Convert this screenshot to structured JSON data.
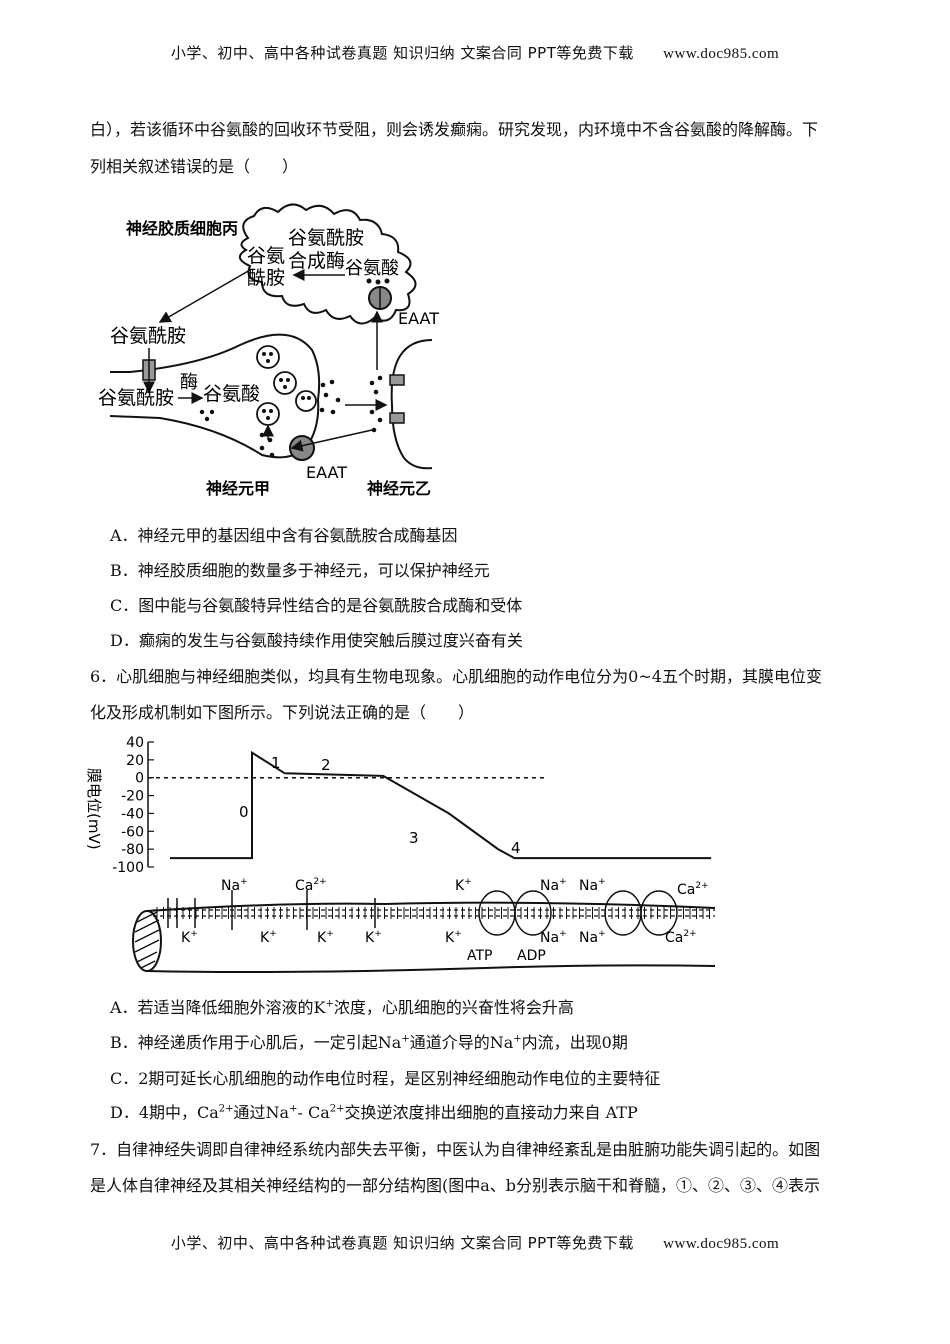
{
  "header": {
    "left": "小学、初中、高中各种试卷真题 知识归纳 文案合同 PPT等免费下载",
    "url": "www.doc985.com"
  },
  "footer": {
    "left": "小学、初中、高中各种试卷真题 知识归纳 文案合同 PPT等免费下载",
    "url": "www.doc985.com"
  },
  "q5": {
    "line1": "白），若该循环中谷氨酸的回收环节受阻，则会诱发癫痫。研究发现，内环境中不含谷氨酸的降解酶。下",
    "line2": "列相关叙述错误的是（　　）",
    "figure": {
      "glia_label": "神经胶质细胞丙",
      "synthetase_1": "谷氨酰胺",
      "synthetase_2": "合成酶",
      "glutamine_in_glia_1": "谷氨",
      "glutamine_in_glia_2": "酰胺",
      "glutamate_in_glia": "谷氨酸",
      "eaat_top": "EAAT",
      "glutamine_outside": "谷氨酰胺",
      "glutamine_in_neuron": "谷氨酰胺",
      "enzyme": "酶",
      "glutamate_in_neuron": "谷氨酸",
      "eaat_bottom": "EAAT",
      "neuron_a": "神经元甲",
      "neuron_b": "神经元乙"
    },
    "options": {
      "A": "A．神经元甲的基因组中含有谷氨酰胺合成酶基因",
      "B": "B．神经胶质细胞的数量多于神经元，可以保护神经元",
      "C": "C．图中能与谷氨酸特异性结合的是谷氨酰胺合成酶和受体",
      "D": "D．癫痫的发生与谷氨酸持续作用使突触后膜过度兴奋有关"
    }
  },
  "q6": {
    "line1": "6．心肌细胞与神经细胞类似，均具有生物电现象。心肌细胞的动作电位分为0~4五个时期，其膜电位变",
    "line2": "化及形成机制如下图所示。下列说法正确的是（　　）",
    "chart": {
      "ylabel": "膜电位(mV)",
      "yticks": [
        "40",
        "20",
        "0",
        "-20",
        "-40",
        "-60",
        "-80",
        "-100"
      ],
      "phase_labels": [
        "0",
        "1",
        "2",
        "3",
        "4"
      ],
      "ion_labels": {
        "na_top": "Na",
        "ca_top": "Ca",
        "k_top": "K",
        "na_top2": "Na",
        "na_top3": "Na",
        "ca_top2": "Ca",
        "k_bottom": "K",
        "na_bottom": "Na",
        "ca_bottom": "Ca",
        "plus": "+",
        "two_plus": "2+",
        "atp": "ATP",
        "adp": "ADP"
      }
    },
    "chart_data": {
      "type": "line",
      "title": "",
      "xlabel": "",
      "ylabel": "膜电位(mV)",
      "ylim": [
        -100,
        40
      ],
      "series": [
        {
          "x": [
            0,
            1,
            1,
            1.4,
            2.6,
            3.4,
            4.0,
            4.2,
            6.6
          ],
          "values": [
            -90,
            -90,
            28,
            5,
            2,
            -40,
            -80,
            -90,
            -90
          ]
        }
      ],
      "reference_line": 0
    },
    "options": {
      "A_pre": "A．若适当降低细胞外溶液的K",
      "A_sup": "+",
      "A_post": "浓度，心肌细胞的兴奋性将会升高",
      "B_pre": "B．神经递质作用于心肌后，一定引起Na",
      "B_sup": "+",
      "B_mid": "通道介导的Na",
      "B_sup2": "+",
      "B_post": "内流，出现0期",
      "C": "C．2期可延长心肌细胞的动作电位时程，是区别神经细胞动作电位的主要特征",
      "D_pre": "D．4期中，Ca",
      "D_sup": "2+",
      "D_mid": "通过Na",
      "D_sup2": "+",
      "D_mid2": "- Ca",
      "D_sup3": "2+",
      "D_post": "交换逆浓度排出细胞的直接动力来自 ATP"
    }
  },
  "q7": {
    "line1": "7．自律神经失调即自律神经系统内部失去平衡，中医认为自律神经紊乱是由脏腑功能失调引起的。如图",
    "line2": "是人体自律神经及其相关神经结构的一部分结构图(图中a、b分别表示脑干和脊髓，①、②、③、④表示"
  }
}
